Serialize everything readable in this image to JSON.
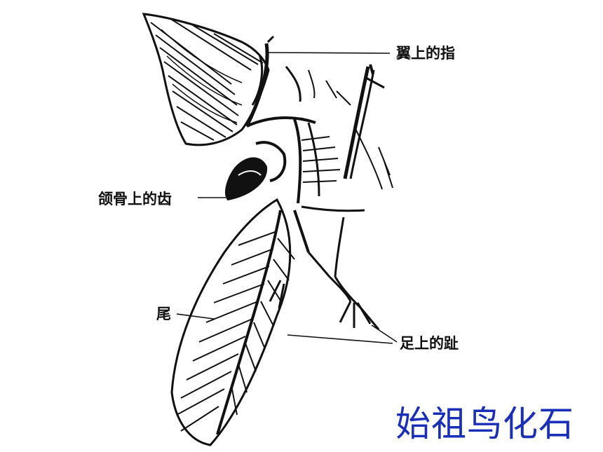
{
  "caption": "始祖鸟化石",
  "labels": {
    "wing_fingers": "翼上的指",
    "jaw_teeth": "颌骨上的齿",
    "tail": "尾",
    "foot_toes": "足上的趾"
  },
  "colors": {
    "caption": "#1a2fb8",
    "ink": "#111111",
    "background": "#ffffff"
  }
}
